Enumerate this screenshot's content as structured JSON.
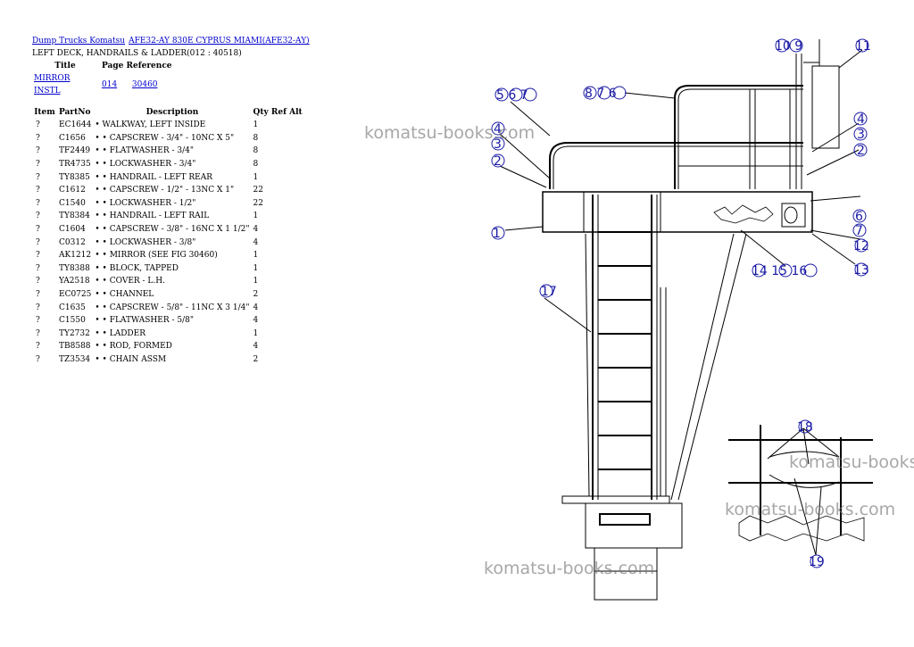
{
  "breadcrumb": {
    "link1": "Dump Trucks Komatsu",
    "link2": "AFE32-AY 830E CYPRUS MIAMI(AFE32-AY)"
  },
  "page_subtitle": "LEFT DECK, HANDRAILS & LADDER(012 : 40518)",
  "ref_table": {
    "headers": {
      "title": "Title",
      "page_reference": "Page Reference"
    },
    "row": {
      "title": "MIRROR INSTL",
      "ref1": "014",
      "ref2": "30460"
    }
  },
  "parts_table": {
    "headers": {
      "item": "Item",
      "partno": "PartNo",
      "description": "Description",
      "qty": "Qty",
      "ref": "Ref",
      "alt": "Alt"
    },
    "rows": [
      {
        "item": "?",
        "partno": "EC1644",
        "description": "• WALKWAY, LEFT INSIDE",
        "qty": "1"
      },
      {
        "item": "?",
        "partno": "C1656",
        "description": "• • CAPSCREW - 3/4\" - 10NC X 5\"",
        "qty": "8"
      },
      {
        "item": "?",
        "partno": "TF2449",
        "description": "• • FLATWASHER - 3/4\"",
        "qty": "8"
      },
      {
        "item": "?",
        "partno": "TR4735",
        "description": "• • LOCKWASHER - 3/4\"",
        "qty": "8"
      },
      {
        "item": "?",
        "partno": "TY8385",
        "description": "• • HANDRAIL - LEFT REAR",
        "qty": "1"
      },
      {
        "item": "?",
        "partno": "C1612",
        "description": "• • CAPSCREW - 1/2\" - 13NC X 1\"",
        "qty": "22"
      },
      {
        "item": "?",
        "partno": "C1540",
        "description": "• • LOCKWASHER - 1/2\"",
        "qty": "22"
      },
      {
        "item": "?",
        "partno": "TY8384",
        "description": "• • HANDRAIL - LEFT RAIL",
        "qty": "1"
      },
      {
        "item": "?",
        "partno": "C1604",
        "description": "• • CAPSCREW - 3/8\" - 16NC X 1 1/2\"",
        "qty": "4"
      },
      {
        "item": "?",
        "partno": "C0312",
        "description": "• • LOCKWASHER - 3/8\"",
        "qty": "4"
      },
      {
        "item": "?",
        "partno": "AK1212",
        "description": "• • MIRROR (SEE FIG 30460)",
        "qty": "1"
      },
      {
        "item": "?",
        "partno": "TY8388",
        "description": "• • BLOCK, TAPPED",
        "qty": "1"
      },
      {
        "item": "?",
        "partno": "YA2518",
        "description": "• • COVER - L.H.",
        "qty": "1"
      },
      {
        "item": "?",
        "partno": "EC0725",
        "description": "• • CHANNEL",
        "qty": "2"
      },
      {
        "item": "?",
        "partno": "C1635",
        "description": "• • CAPSCREW - 5/8\" - 11NC X 3 1/4\"",
        "qty": "4"
      },
      {
        "item": "?",
        "partno": "C1550",
        "description": "• • FLATWASHER - 5/8\"",
        "qty": "4"
      },
      {
        "item": "?",
        "partno": "TY2732",
        "description": "• • LADDER",
        "qty": "1"
      },
      {
        "item": "?",
        "partno": "TB8588",
        "description": "• • ROD, FORMED",
        "qty": "4"
      },
      {
        "item": "?",
        "partno": "TZ3534",
        "description": "• • CHAIN ASSM",
        "qty": "2"
      }
    ]
  },
  "callouts": {
    "c1": "1",
    "c2a": "2",
    "c3a": "3",
    "c4a": "4",
    "c567": "5 6 7",
    "c876": "8 7 6",
    "c10_9": "10 9",
    "c11": "11",
    "c4b": "4",
    "c3b": "3",
    "c2b": "2",
    "c6": "6",
    "c7": "7",
    "c12": "12",
    "c14_15_16": "14 15 16",
    "c13a": "13",
    "c17": "17",
    "c18": "18",
    "c19": "19"
  },
  "watermark": "komatsu-books.com",
  "colors": {
    "link": "#0000cc",
    "callout": "#1a1aa6",
    "watermark": "#787878"
  }
}
